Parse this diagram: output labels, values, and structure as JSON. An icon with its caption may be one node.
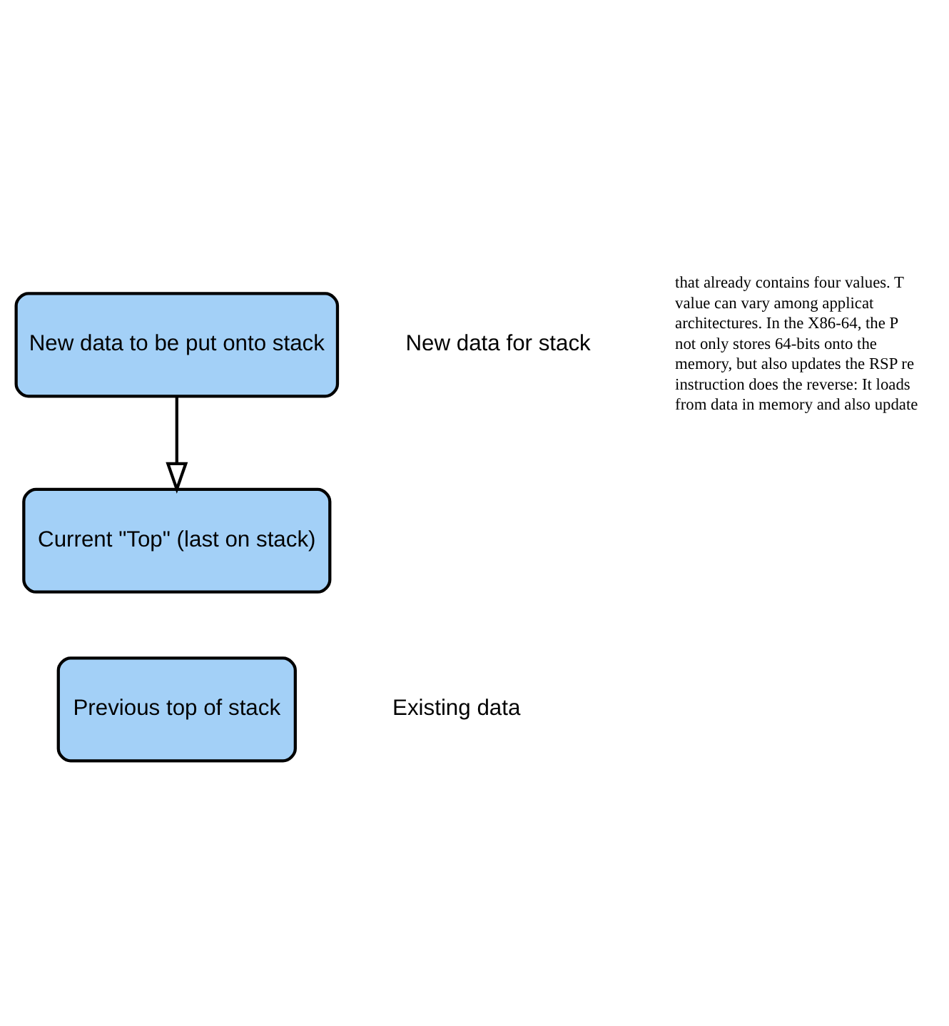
{
  "diagram": {
    "nodes": [
      {
        "text": [
          "New data to be put onto stack"
        ]
      },
      {
        "text": [
          "Current \"Top\" (last on stack)"
        ]
      },
      {
        "text": [
          "Previous top of stack"
        ]
      }
    ],
    "edges": [
      {
        "from": 0,
        "to": 1,
        "arrow": "to"
      }
    ],
    "labels": [
      "that already contains four values. T",
      "value can vary among applicat",
      "architectures. In the X86-64, the P",
      "not only stores 64-bits onto the",
      "memory, but also updates the RSP re",
      "instruction does the reverse: It loads",
      "from data in memory and also update",
      "New data for stack",
      "Existing data"
    ]
  }
}
